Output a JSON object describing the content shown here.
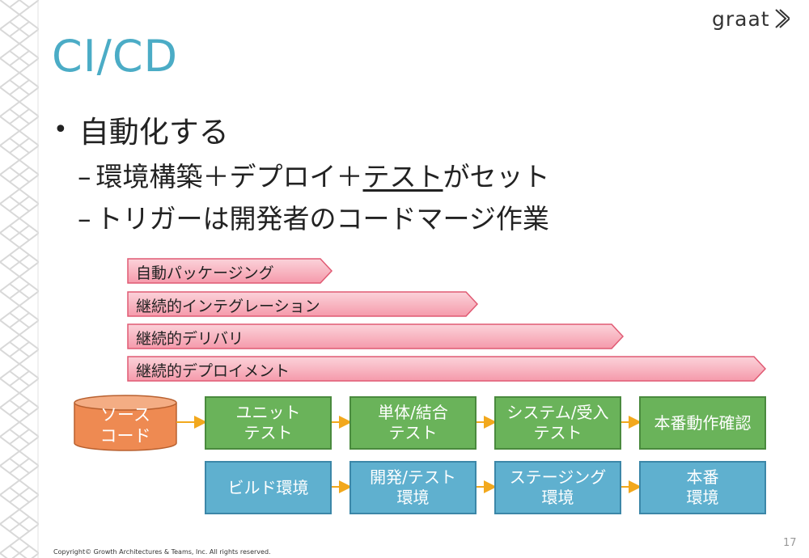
{
  "logo": {
    "text": "graat"
  },
  "title": "CI/CD",
  "bullet": {
    "marker": "•",
    "text": "自動化する"
  },
  "subs": [
    {
      "dash": "–",
      "parts": [
        "環境構築＋デプロイ＋",
        "テスト",
        "がセット"
      ]
    },
    {
      "dash": "–",
      "text": "トリガーは開発者のコードマージ作業"
    }
  ],
  "arrows": [
    "自動パッケージング",
    "継続的インテグレーション",
    "継続的デリバリ",
    "継続的デプロイメント"
  ],
  "source": {
    "line1": "ソース",
    "line2": "コード"
  },
  "test_boxes": [
    {
      "line1": "ユニット",
      "line2": "テスト"
    },
    {
      "line1": "単体/結合",
      "line2": "テスト"
    },
    {
      "line1": "システム/受入",
      "line2": "テスト"
    },
    {
      "line1": "本番動作確認",
      "line2": ""
    }
  ],
  "env_boxes": [
    {
      "line1": "ビルド環境",
      "line2": ""
    },
    {
      "line1": "開発/テスト",
      "line2": "環境"
    },
    {
      "line1": "ステージング",
      "line2": "環境"
    },
    {
      "line1": "本番",
      "line2": "環境"
    }
  ],
  "footer": "Copyright© Growth Architectures & Teams, Inc. All rights reserved.",
  "page_number": "17",
  "colors": {
    "title": "#4bacc6",
    "arrow_fill": "#f7a9b5",
    "arrow_stroke": "#e05a73",
    "green": "#6ab35a",
    "blue": "#5fb0cf",
    "cylinder": "#ee8a52",
    "connector": "#f2a81d"
  }
}
